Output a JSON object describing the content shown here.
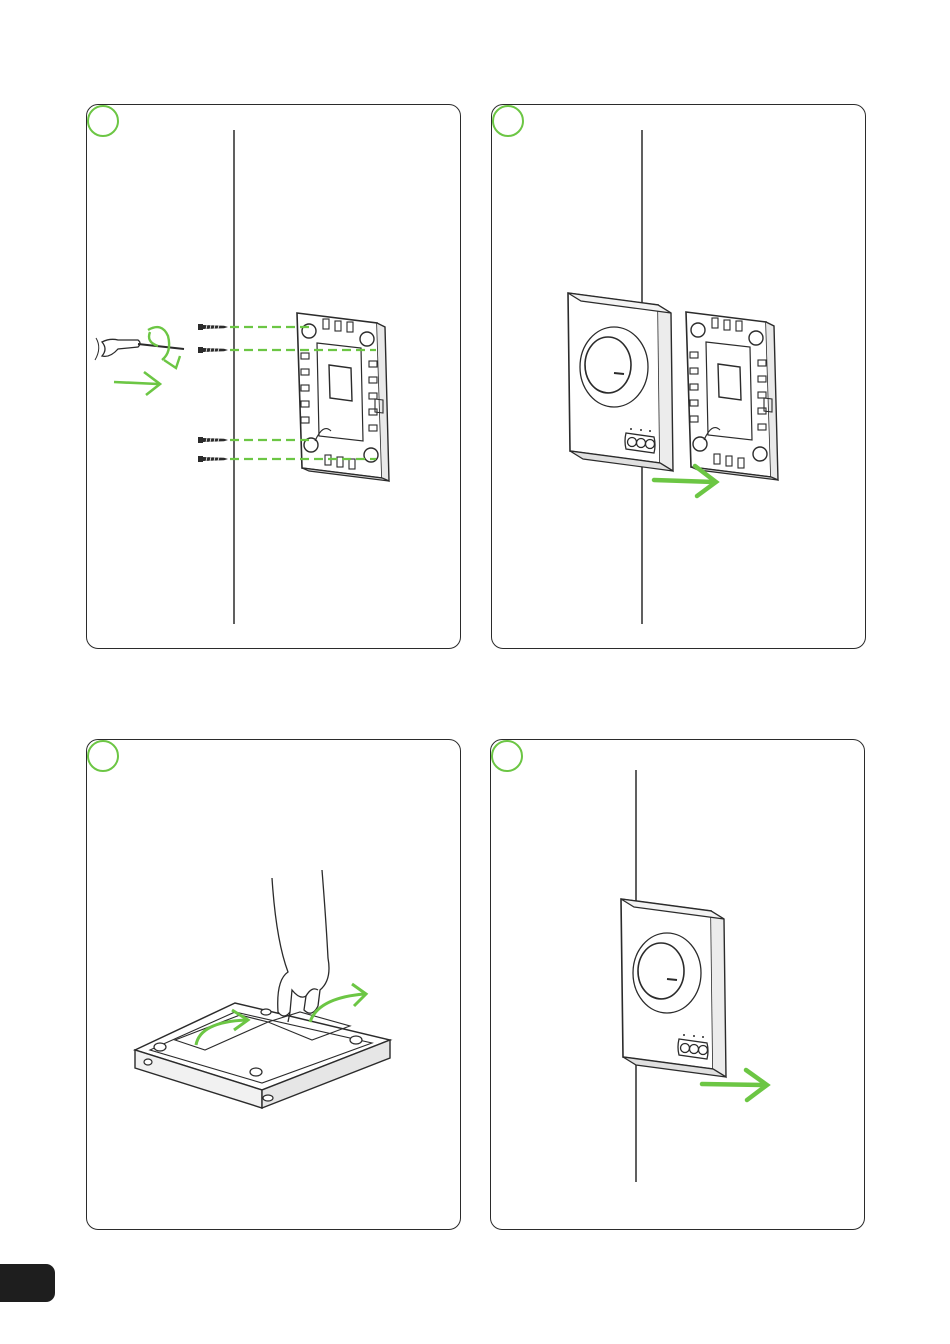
{
  "document": {
    "steps": [
      {
        "illustration": "mount-base-plate-with-screws"
      },
      {
        "illustration": "attach-dimmer-to-base-plate"
      },
      {
        "illustration": "remove-protective-film"
      },
      {
        "illustration": "mounted-dimmer-on-wall"
      }
    ],
    "colors": {
      "accent": "#6cc644",
      "line": "#2b2b2b",
      "page_tab": "#1e1e1e"
    },
    "icons": [
      "screwdriver-icon",
      "screw-icon",
      "arrow-icon",
      "hand-icon",
      "rotation-arrow-icon"
    ]
  }
}
